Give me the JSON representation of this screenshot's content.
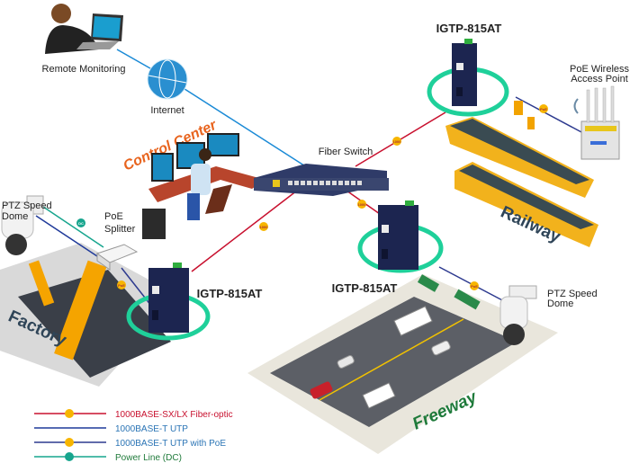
{
  "labels": {
    "remote_monitoring": "Remote Monitoring",
    "internet": "Internet",
    "control_center": "Control Center",
    "fiber_switch": "Fiber Switch",
    "device_top": "IGTP-815AT",
    "device_middle": "IGTP-815AT",
    "device_left": "IGTP-815AT",
    "poe_ap_line1": "PoE Wireless",
    "poe_ap_line2": "Access Point",
    "ptz_right_line1": "PTZ Speed",
    "ptz_right_line2": "Dome",
    "ptz_left_line1": "PTZ Speed",
    "ptz_left_line2": "Dome",
    "splitter_line1": "PoE",
    "splitter_line2": "Splitter",
    "railway": "Railway",
    "factory": "Factory",
    "freeway": "Freeway"
  },
  "badges": {
    "fiber": "1000",
    "poe": "PoE",
    "dc": "DC"
  },
  "legend": [
    {
      "label": "1000BASE-SX/LX Fiber-optic",
      "line_color": "#c8102e",
      "text_color": "#c8102e",
      "badge": "1000"
    },
    {
      "label": "1000BASE-T UTP",
      "line_color": "#1f3a9a",
      "text_color": "#2a74b5",
      "badge": ""
    },
    {
      "label": "1000BASE-T UTP with PoE",
      "line_color": "#2d3a8f",
      "text_color": "#2a74b5",
      "badge": "PoE"
    },
    {
      "label": "Power Line (DC)",
      "line_color": "#17a58e",
      "text_color": "#1f7a3a",
      "badge": "DC"
    }
  ],
  "colors": {
    "ring": "#1fd09a",
    "device": "#1c2550",
    "badge": "#f7b500",
    "internet_line": "#1a8ad6"
  }
}
